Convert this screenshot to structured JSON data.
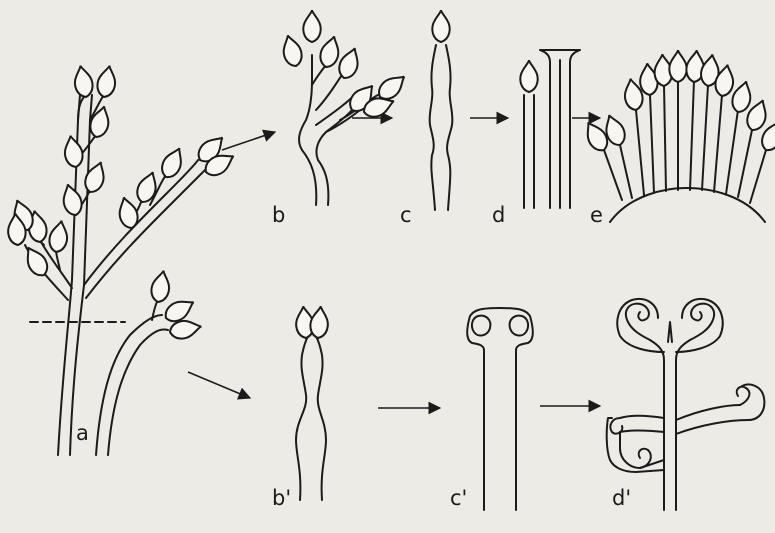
{
  "labels": {
    "a": "a",
    "b": "b",
    "c": "c",
    "d": "d",
    "e": "e",
    "b_prime": "b'",
    "c_prime": "c'",
    "d_prime": "d'"
  }
}
